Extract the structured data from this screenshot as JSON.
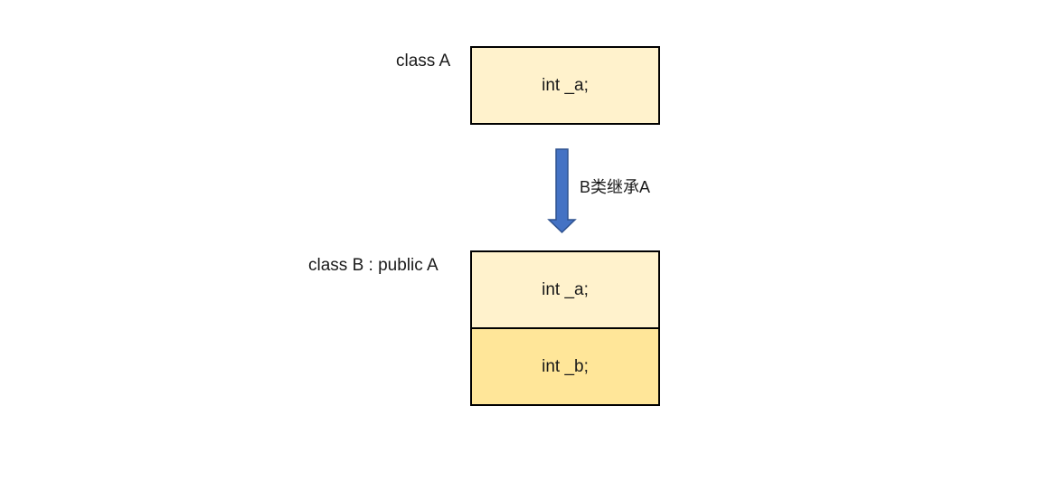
{
  "class_a": {
    "label": "class A",
    "members": [
      "int _a;"
    ]
  },
  "inheritance": {
    "label": "B类继承A"
  },
  "class_b": {
    "label": "class B : public A",
    "members": [
      "int _a;",
      "int _b;"
    ]
  },
  "colors": {
    "inherited_member_fill": "#FFF2CC",
    "own_member_fill": "#FFE699",
    "border": "#000000",
    "arrow_fill": "#4472C4",
    "arrow_stroke": "#2F528F"
  }
}
